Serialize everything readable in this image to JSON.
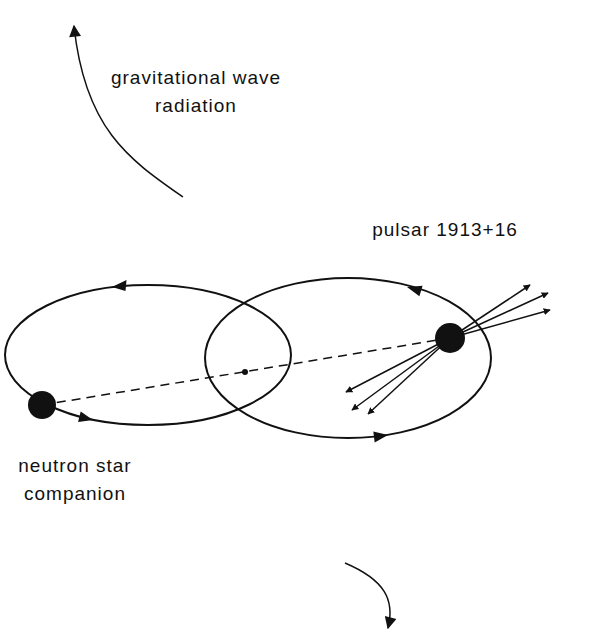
{
  "diagram": {
    "labels": [
      "gravitational wave radiation",
      "pulsar 1913+16",
      "neutron star companion"
    ]
  }
}
